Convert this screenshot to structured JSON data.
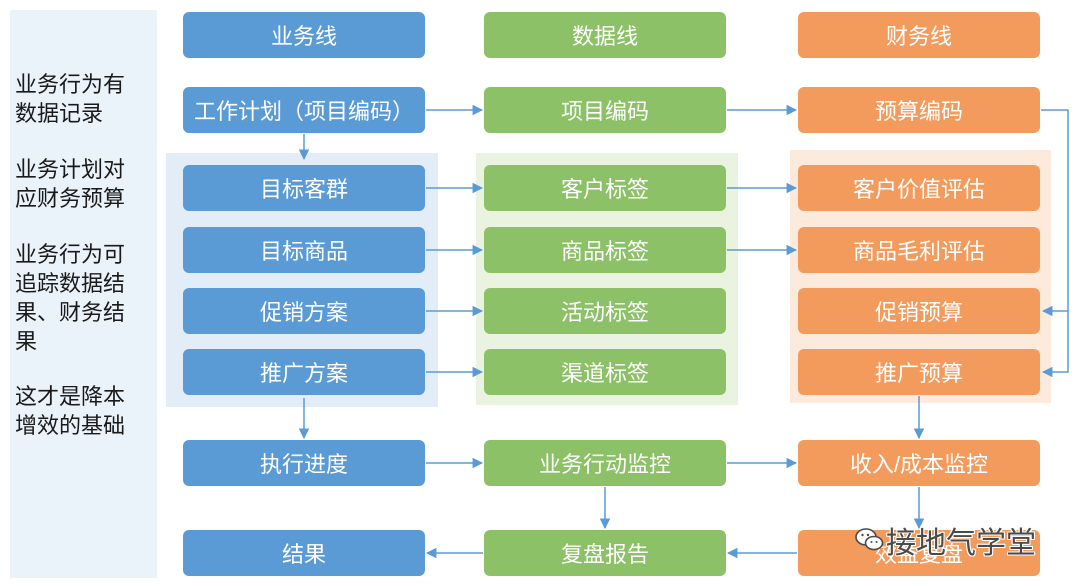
{
  "notes": [
    [
      "业务行为有",
      "数据记录"
    ],
    [
      "业务计划对",
      "应财务预算"
    ],
    [
      "业务行为可",
      "追踪数据结",
      "果、财务结",
      "果"
    ],
    [
      "这才是降本",
      "增效的基础"
    ]
  ],
  "headers": {
    "business": "业务线",
    "data": "数据线",
    "finance": "财务线"
  },
  "business": [
    "工作计划（项目编码）",
    "目标客群",
    "目标商品",
    "促销方案",
    "推广方案",
    "执行进度",
    "结果"
  ],
  "data": [
    "项目编码",
    "客户标签",
    "商品标签",
    "活动标签",
    "渠道标签",
    "业务行动监控",
    "复盘报告"
  ],
  "finance": [
    "预算编码",
    "客户价值评估",
    "商品毛利评估",
    "促销预算",
    "推广预算",
    "收入/成本监控",
    "效益复盘"
  ],
  "watermark": {
    "text": "接地气学堂",
    "icon": "wechat-icon"
  },
  "colors": {
    "business": "#5B9BD5",
    "data": "#8CC168",
    "finance": "#F39B5D",
    "arrow": "#5B9BD5",
    "left_panel": "#EAF2FA"
  }
}
